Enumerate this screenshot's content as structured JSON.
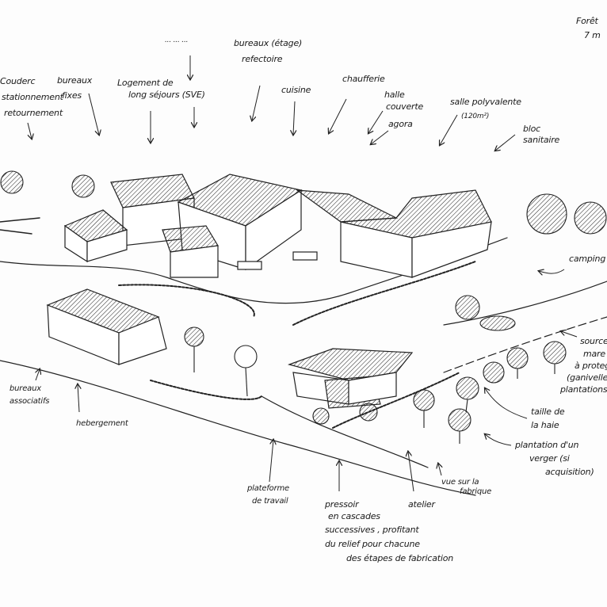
{
  "colors": {
    "ink": "#1a1a1a",
    "paper": "#fdfdfd"
  },
  "labels": {
    "foret": "Forêt",
    "foret_sub": "7 m",
    "top_cut": "... ... ...",
    "bureaux_etage": "bureaux (étage)",
    "refectoire": "refectoire",
    "couderc": "Couderc",
    "stationnement": "stationnement",
    "retournement": "retournement",
    "bureaux_fixes_1": "bureaux",
    "bureaux_fixes_2": "fixes",
    "logement_1": "Logement de",
    "logement_2": "long séjours (SVE)",
    "cuisine": "cuisine",
    "chaufferie": "chaufferie",
    "halle_1": "halle",
    "halle_2": "couverte",
    "agora": "agora",
    "salle_1": "salle polyvalente",
    "salle_2": "(120m²)",
    "bloc_1": "bloc",
    "bloc_2": "sanitaire",
    "camping": "camping",
    "source_1": "source",
    "source_2": "mare",
    "source_3": "à proteg",
    "source_4": "(ganivelle",
    "source_5": "plantations",
    "taille_1": "taille de",
    "taille_2": "la haie",
    "verger_1": "plantation d'un",
    "verger_2": "verger (si",
    "verger_3": "acquisition)",
    "vue_1": "vue sur la",
    "vue_2": "fabrique",
    "atelier": "atelier",
    "pressoir_1": "pressoir",
    "pressoir_2": "en cascades",
    "pressoir_3": "successives , profitant",
    "pressoir_4": "du relief pour chacune",
    "pressoir_5": "des étapes de fabrication",
    "plateforme_1": "plateforme",
    "plateforme_2": "de travail",
    "bureaux_asso_1": "bureaux",
    "bureaux_asso_2": "associatifs",
    "hebergement": "hebergement"
  }
}
